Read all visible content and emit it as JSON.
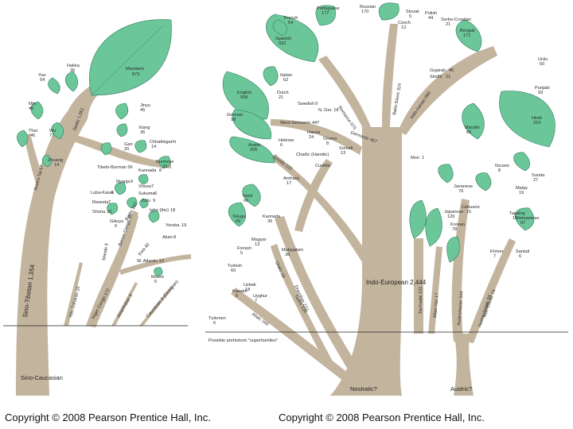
{
  "left_tree": {
    "root": "Sino-Caucasian",
    "ground_branches": [
      "Sino-Tibetan 1,354",
      "Nilo-Saharan 10",
      "Niger-Congo 172",
      "Amerindian 9",
      "Caucasian 4 (Georgian)"
    ],
    "trunk_labels": [
      "Sinitic 1,051",
      "Austro-Tai 67",
      "Tibeto-Burman 56",
      "Bantu 107",
      "Benue-Congo 95",
      "Kwa 40",
      "Mande 9",
      "W. Atlantic 13"
    ],
    "leaves": [
      {
        "name": "Mandarin",
        "value": "873"
      },
      {
        "name": "Hakka",
        "value": "26"
      },
      {
        "name": "Yue",
        "value": "54"
      },
      {
        "name": "Min",
        "value": "45"
      },
      {
        "name": "Wu",
        "value": "77"
      },
      {
        "name": "Thai",
        "value": "46"
      },
      {
        "name": "Zhuang",
        "value": "14"
      },
      {
        "name": "Jinyu",
        "value": "45"
      },
      {
        "name": "Xiang",
        "value": "36"
      },
      {
        "name": "Gan",
        "value": "20"
      },
      {
        "name": "Chhattisgarhi",
        "value": "14"
      },
      {
        "name": "Burmese",
        "value": "32"
      },
      {
        "name": "Kannada",
        "value": "8"
      }
    ],
    "small_labels": [
      {
        "name": "Nyanja",
        "value": "9"
      },
      {
        "name": "Luba-Kasai",
        "value": "6"
      },
      {
        "name": "Rwanda",
        "value": "7"
      },
      {
        "name": "Shona",
        "value": "10"
      },
      {
        "name": "Xhosa",
        "value": "7"
      },
      {
        "name": "Sukuma",
        "value": "6"
      },
      {
        "name": "Zulu",
        "value": "9"
      },
      {
        "name": "Gikuyu",
        "value": "6"
      },
      {
        "name": "Igbo (Ibo)",
        "value": "18"
      },
      {
        "name": "Yoruba",
        "value": "19"
      },
      {
        "name": "Akan",
        "value": "8"
      },
      {
        "name": "Mooré",
        "value": "5"
      }
    ]
  },
  "right_tree": {
    "root": "Nostratic?",
    "root2": "Austric?",
    "center_label": "Indo-European 2,444",
    "ground_note": "Possible prehistoric \"superfamilies\"",
    "trunk_labels": [
      "Romance 670",
      "Germanic 467",
      "West Germanic 447",
      "N. Ger. 18",
      "Balto-Slavic 324",
      "Indo-Iranian 960",
      "Semitic 222",
      "Chadic (Hamitic)",
      "Cushitic",
      "Dravidian 223",
      "Altaic 166",
      "Uralic 18",
      "Turkic 132",
      "Mon-Khmer 74",
      "Austronesian 244",
      "Austro-Asiatic 94",
      "Miao-Yao 17",
      "Tai-Kadai 122"
    ],
    "leaves": [
      {
        "name": "Portuguese",
        "value": "177"
      },
      {
        "name": "French",
        "value": "64"
      },
      {
        "name": "Spanish",
        "value": "332"
      },
      {
        "name": "Italian",
        "value": "62"
      },
      {
        "name": "English",
        "value": "508"
      },
      {
        "name": "German",
        "value": "98"
      },
      {
        "name": "Arabic",
        "value": "205"
      },
      {
        "name": "Russian",
        "value": "170"
      },
      {
        "name": "Hindi",
        "value": "319"
      },
      {
        "name": "Bengali",
        "value": "171"
      },
      {
        "name": "Marathi",
        "value": "66"
      },
      {
        "name": "Telugu",
        "value": "69"
      },
      {
        "name": "Tamil",
        "value": "66"
      },
      {
        "name": "Javanese",
        "value": "76"
      },
      {
        "name": "Vietnamese",
        "value": "67"
      },
      {
        "name": "Korean",
        "value": "78"
      },
      {
        "name": "Japanese",
        "value": "126"
      }
    ],
    "small_labels": [
      {
        "name": "Polish",
        "value": "44"
      },
      {
        "name": "Slovak",
        "value": "5"
      },
      {
        "name": "Czech",
        "value": "12"
      },
      {
        "name": "Serbo-Croatian",
        "value": "21"
      },
      {
        "name": "Gujarati",
        "value": "46"
      },
      {
        "name": "Punjabi",
        "value": "93"
      },
      {
        "name": "Urdu",
        "value": "60"
      },
      {
        "name": "Sindhi",
        "value": "21"
      },
      {
        "name": "Dutch",
        "value": "21"
      },
      {
        "name": "Swedish",
        "value": "9"
      },
      {
        "name": "Hausa",
        "value": "24"
      },
      {
        "name": "Oromo",
        "value": "8"
      },
      {
        "name": "Somali",
        "value": "13"
      },
      {
        "name": "Amharic",
        "value": "17"
      },
      {
        "name": "Hebrew",
        "value": "6"
      },
      {
        "name": "Kannada",
        "value": "35"
      },
      {
        "name": "Malayalam",
        "value": "36"
      },
      {
        "name": "Turkish",
        "value": "60"
      },
      {
        "name": "Uyghur",
        "value": "7"
      },
      {
        "name": "Uzbek",
        "value": "18"
      },
      {
        "name": "Kazakh",
        "value": "8"
      },
      {
        "name": "Turkmen",
        "value": "6"
      },
      {
        "name": "Magyar",
        "value": "13"
      },
      {
        "name": "Finnish",
        "value": "5"
      },
      {
        "name": "Ilocano",
        "value": "8"
      },
      {
        "name": "Tagalog",
        "value": "15"
      },
      {
        "name": "Malay",
        "value": "19"
      },
      {
        "name": "Cebuano",
        "value": "15"
      },
      {
        "name": "Sunda",
        "value": "27"
      },
      {
        "name": "Khmer",
        "value": "7"
      },
      {
        "name": "Santali",
        "value": "6"
      },
      {
        "name": "Mon",
        "value": "1"
      }
    ]
  },
  "copyright_left": "Copyright © 2008 Pearson Prentice Hall, Inc.",
  "copyright_right": "Copyright © 2008 Pearson Prentice Hall, Inc.",
  "colors": {
    "branch": "#c3b49e",
    "leaf": "#6bc79a",
    "leaf_edge": "#2f7a5a"
  }
}
